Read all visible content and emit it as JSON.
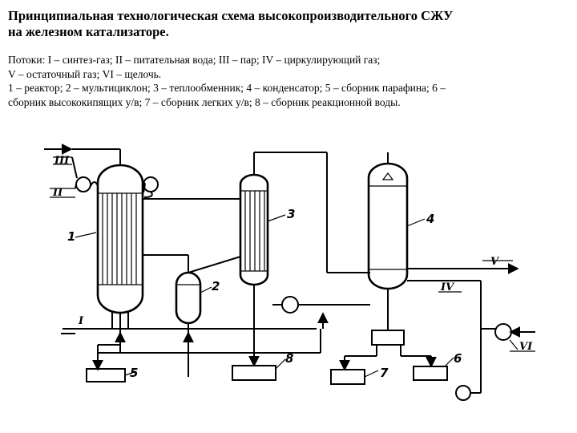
{
  "title": {
    "line1": "Принципиальная технологическая схема высокопроизводительного СЖУ",
    "line2": "на железном катализаторе."
  },
  "legend": {
    "streams_line1": "Потоки: I – синтез-газ; II – питательная вода; III – пар; IV – циркулирующий газ;",
    "streams_line2": " V – остаточный газ; VI – щелочь.",
    "equipment_line1": "1 – реактор; 2 – мультициклон; 3 – теплообменник; 4 – конденсатор; 5 – сборник парафина; 6 –",
    "equipment_line2": "сборник высококипящих у/в; 7 – сборник легких у/в; 8 – сборник реакционной воды."
  },
  "diagram": {
    "equipment_labels": {
      "reactor": "1",
      "multicyclone": "2",
      "heat_exchanger": "3",
      "condenser": "4",
      "paraffin_collector": "5",
      "heavy_hydrocarbons_collector": "6",
      "light_hydrocarbons_collector": "7",
      "reaction_water_collector": "8"
    },
    "stream_labels": {
      "synthesis_gas": "I",
      "feed_water": "II",
      "steam": "III",
      "circulating_gas": "IV",
      "residual_gas": "V",
      "alkali": "VI"
    }
  }
}
